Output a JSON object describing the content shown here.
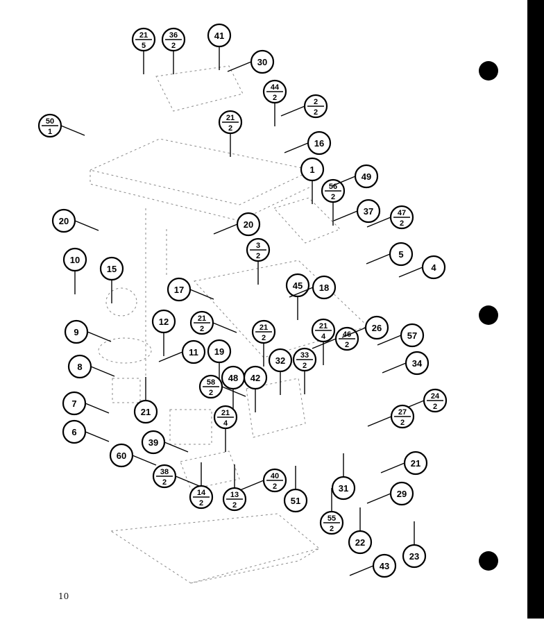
{
  "page_number": "10",
  "callouts": [
    {
      "id": "c-21-5",
      "top": "21",
      "bottom": "5",
      "leader": "down"
    },
    {
      "id": "c-36-2",
      "top": "36",
      "bottom": "2",
      "leader": "down"
    },
    {
      "id": "c-41",
      "label": "41",
      "leader": "down"
    },
    {
      "id": "c-30",
      "label": "30",
      "leader": "left"
    },
    {
      "id": "c-44-2",
      "top": "44",
      "bottom": "2",
      "leader": "down"
    },
    {
      "id": "c-2-2",
      "top": "2",
      "bottom": "2",
      "leader": "left"
    },
    {
      "id": "c-50-1",
      "top": "50",
      "bottom": "1",
      "leader": "right"
    },
    {
      "id": "c-21-2a",
      "top": "21",
      "bottom": "2",
      "leader": "down"
    },
    {
      "id": "c-16",
      "label": "16",
      "leader": "left"
    },
    {
      "id": "c-1",
      "label": "1",
      "leader": "down"
    },
    {
      "id": "c-56-2",
      "top": "56",
      "bottom": "2",
      "leader": "down"
    },
    {
      "id": "c-49",
      "label": "49",
      "leader": "left"
    },
    {
      "id": "c-37",
      "label": "37",
      "leader": "left"
    },
    {
      "id": "c-47-2",
      "top": "47",
      "bottom": "2",
      "leader": "left"
    },
    {
      "id": "c-20a",
      "label": "20",
      "leader": "right"
    },
    {
      "id": "c-20b",
      "label": "20",
      "leader": "left"
    },
    {
      "id": "c-3-2",
      "top": "3",
      "bottom": "2",
      "leader": "down"
    },
    {
      "id": "c-5",
      "label": "5",
      "leader": "left"
    },
    {
      "id": "c-4",
      "label": "4",
      "leader": "left"
    },
    {
      "id": "c-10",
      "label": "10",
      "leader": "down"
    },
    {
      "id": "c-15",
      "label": "15",
      "leader": "down"
    },
    {
      "id": "c-17",
      "label": "17",
      "leader": "right"
    },
    {
      "id": "c-45",
      "label": "45",
      "leader": "down"
    },
    {
      "id": "c-18",
      "label": "18",
      "leader": "left"
    },
    {
      "id": "c-12",
      "label": "12",
      "leader": "down"
    },
    {
      "id": "c-21-2b",
      "top": "21",
      "bottom": "2",
      "leader": "right"
    },
    {
      "id": "c-21-2c",
      "top": "21",
      "bottom": "2",
      "leader": "down"
    },
    {
      "id": "c-21-4a",
      "top": "21",
      "bottom": "4",
      "leader": "down"
    },
    {
      "id": "c-46-2",
      "top": "46",
      "bottom": "2",
      "leader": "left"
    },
    {
      "id": "c-26",
      "label": "26",
      "leader": "left"
    },
    {
      "id": "c-57",
      "label": "57",
      "leader": "left"
    },
    {
      "id": "c-9",
      "label": "9",
      "leader": "right"
    },
    {
      "id": "c-11",
      "label": "11",
      "leader": "left"
    },
    {
      "id": "c-19",
      "label": "19",
      "leader": "down"
    },
    {
      "id": "c-32",
      "label": "32",
      "leader": "down"
    },
    {
      "id": "c-33-2",
      "top": "33",
      "bottom": "2",
      "leader": "down"
    },
    {
      "id": "c-34",
      "label": "34",
      "leader": "left"
    },
    {
      "id": "c-8",
      "label": "8",
      "leader": "right"
    },
    {
      "id": "c-58-2",
      "top": "58",
      "bottom": "2",
      "leader": "right"
    },
    {
      "id": "c-48",
      "label": "48",
      "leader": "down"
    },
    {
      "id": "c-42",
      "label": "42",
      "leader": "down"
    },
    {
      "id": "c-24-2",
      "top": "24",
      "bottom": "2",
      "leader": "left"
    },
    {
      "id": "c-21a",
      "label": "21",
      "leader": "up"
    },
    {
      "id": "c-7",
      "label": "7",
      "leader": "right"
    },
    {
      "id": "c-21-4b",
      "top": "21",
      "bottom": "4",
      "leader": "down"
    },
    {
      "id": "c-27-2",
      "top": "27",
      "bottom": "2",
      "leader": "left"
    },
    {
      "id": "c-6",
      "label": "6",
      "leader": "right"
    },
    {
      "id": "c-39",
      "label": "39",
      "leader": "right"
    },
    {
      "id": "c-60",
      "label": "60",
      "leader": "right"
    },
    {
      "id": "c-21b",
      "label": "21",
      "leader": "left"
    },
    {
      "id": "c-38-2",
      "top": "38",
      "bottom": "2",
      "leader": "right"
    },
    {
      "id": "c-40-2",
      "top": "40",
      "bottom": "2",
      "leader": "left"
    },
    {
      "id": "c-14-2",
      "top": "14",
      "bottom": "2",
      "leader": "up"
    },
    {
      "id": "c-13-2",
      "top": "13",
      "bottom": "2",
      "leader": "up"
    },
    {
      "id": "c-51",
      "label": "51",
      "leader": "up"
    },
    {
      "id": "c-31",
      "label": "31",
      "leader": "up"
    },
    {
      "id": "c-29",
      "label": "29",
      "leader": "left"
    },
    {
      "id": "c-55-2",
      "top": "55",
      "bottom": "2",
      "leader": "up"
    },
    {
      "id": "c-22",
      "label": "22",
      "leader": "up"
    },
    {
      "id": "c-23",
      "label": "23",
      "leader": "up"
    },
    {
      "id": "c-43",
      "label": "43",
      "leader": "left"
    }
  ]
}
